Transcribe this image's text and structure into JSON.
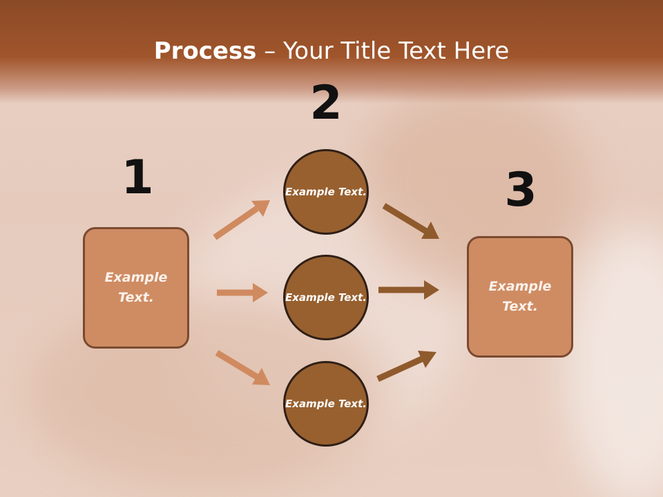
{
  "slide": {
    "title_bold": "Process",
    "title_rest": " – Your Title Text Here",
    "steps": {
      "one": {
        "number": "1",
        "text": "Example Text."
      },
      "two": {
        "number": "2"
      },
      "three": {
        "number": "3",
        "text": "Example Text."
      }
    },
    "circles": [
      {
        "text": "Example Text."
      },
      {
        "text": "Example Text."
      },
      {
        "text": "Example Text."
      }
    ]
  },
  "colors": {
    "header": "#9a532a",
    "box_fill": "#cf8c63",
    "box_border": "#7a4a30",
    "circle_fill": "#98602f",
    "circle_border": "#2f1f16",
    "arrow_light": "#d08a5f",
    "arrow_dark": "#8f5a2c"
  }
}
